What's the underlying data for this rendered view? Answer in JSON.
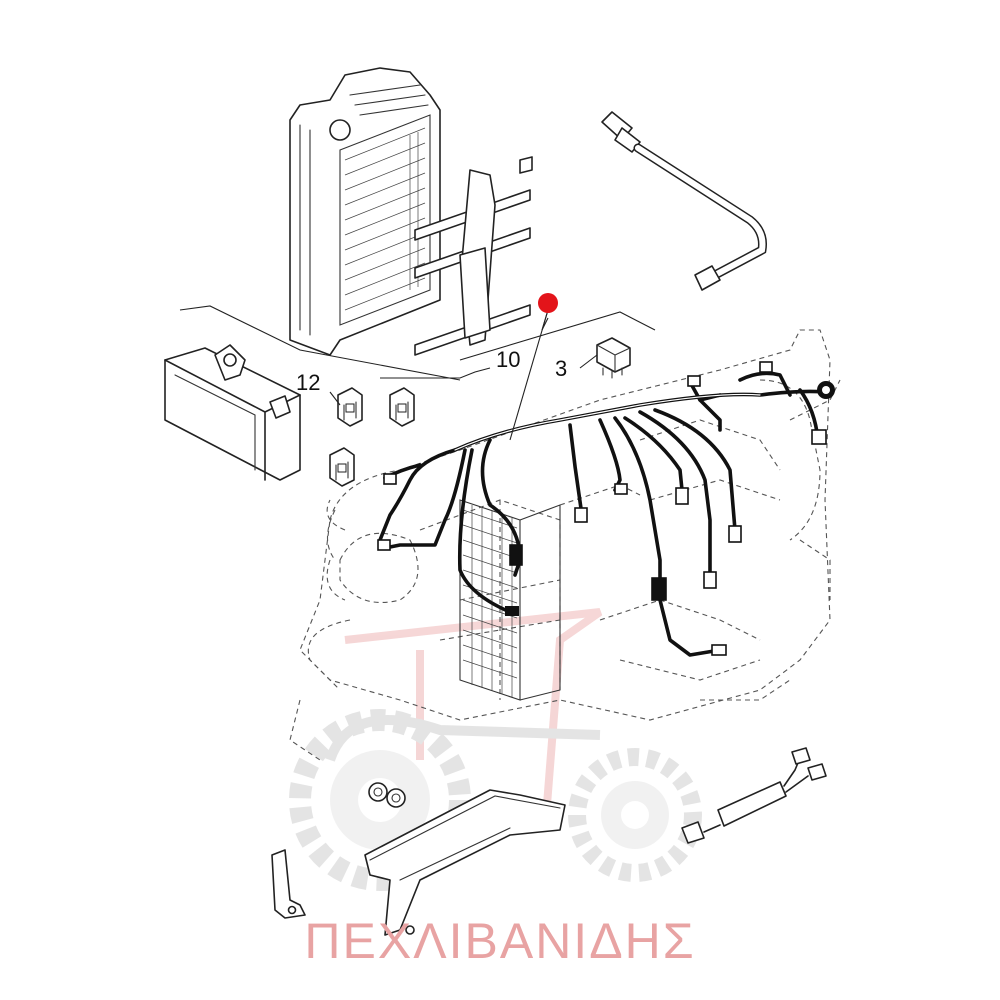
{
  "callouts": {
    "c12": "12",
    "c10": "10",
    "c3": "3"
  },
  "watermark": {
    "text": "ΠΕΧΛΙΒΑΝΙΔΗΣ",
    "color": "#e8a3a3"
  },
  "highlight": {
    "color": "#e3141a"
  },
  "icons": {
    "marker": "red-dot-marker-icon",
    "tractor": "tractor-logo-icon"
  }
}
